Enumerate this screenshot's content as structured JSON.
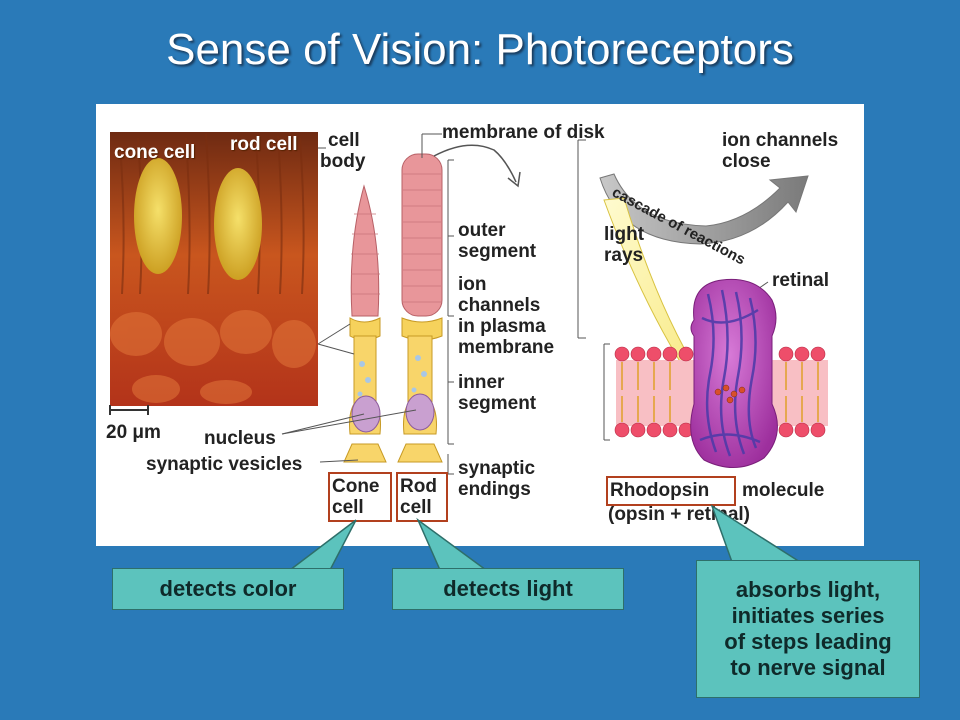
{
  "slide": {
    "title": "Sense of Vision: Photoreceptors"
  },
  "figure": {
    "labels": {
      "cone_cell": "cone cell",
      "rod_cell": "rod cell",
      "cell_body_1": "cell",
      "cell_body_2": "body",
      "membrane_of_disk": "membrane of disk",
      "outer_segment_1": "outer",
      "outer_segment_2": "segment",
      "ion_channels_plasma_1": "ion",
      "ion_channels_plasma_2": "channels",
      "ion_channels_plasma_3": "in plasma",
      "ion_channels_plasma_4": "membrane",
      "inner_segment_1": "inner",
      "inner_segment_2": "segment",
      "synaptic_endings_1": "synaptic",
      "synaptic_endings_2": "endings",
      "scale_bar": "20 μm",
      "nucleus": "nucleus",
      "synaptic_vesicles": "synaptic vesicles",
      "cone_box_1": "Cone",
      "cone_box_2": "cell",
      "rod_box_1": "Rod",
      "rod_box_2": "cell",
      "ion_channels_close_1": "ion channels",
      "ion_channels_close_2": "close",
      "cascade": "cascade of reactions",
      "light_rays_1": "light",
      "light_rays_2": "rays",
      "retinal": "retinal",
      "rhodopsin": "Rhodopsin",
      "molecule": "molecule",
      "opsin_retinal": "(opsin + retinal)"
    }
  },
  "callouts": {
    "cone": "detects color",
    "rod": "detects light",
    "rhodopsin_1": "absorbs light,",
    "rhodopsin_2": "initiates series",
    "rhodopsin_3": "of steps leading",
    "rhodopsin_4": "to nerve signal"
  },
  "colors": {
    "background": "#2a7ab8",
    "callout_fill": "#5cc3bd",
    "highlight_box": "#b2401e",
    "opsin_purple": "#b54bb5"
  }
}
